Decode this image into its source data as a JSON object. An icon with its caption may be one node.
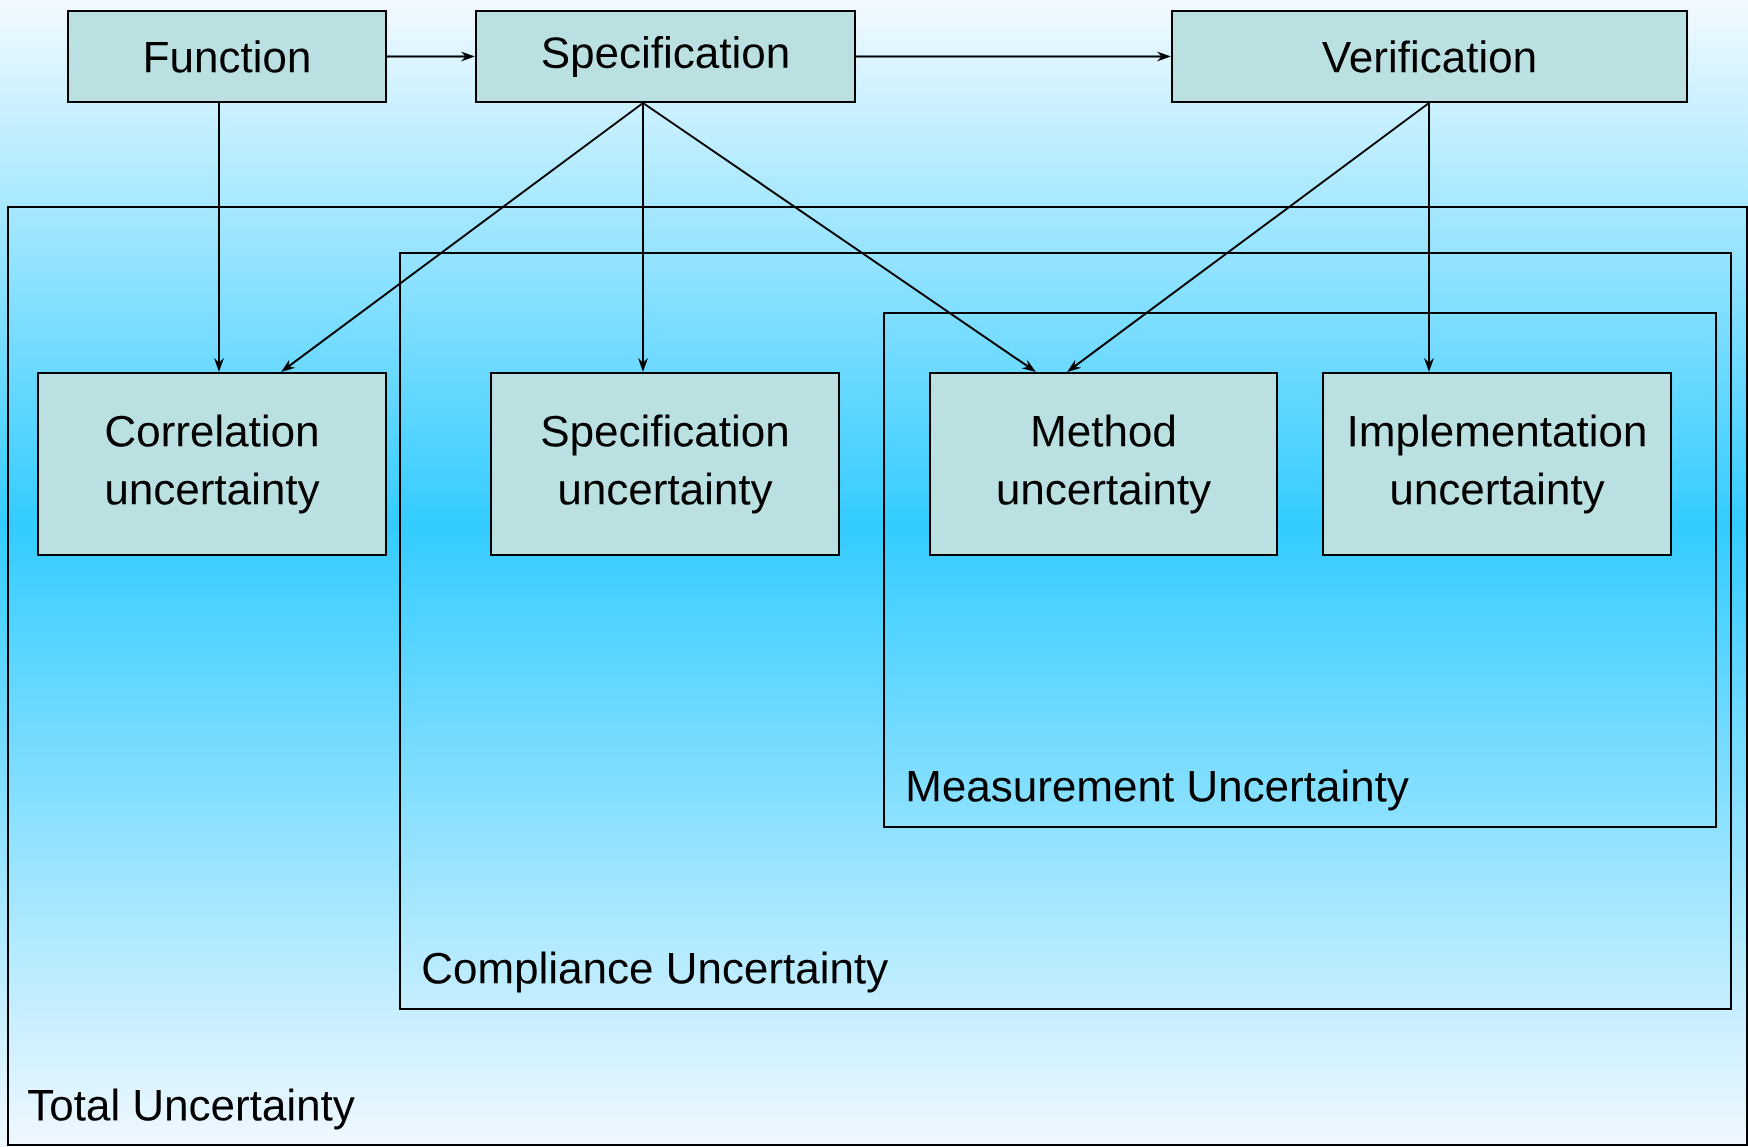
{
  "diagram": {
    "nodes": [
      {
        "text": [
          "Function"
        ]
      },
      {
        "text": [
          "Specification"
        ]
      },
      {
        "text": [
          "Verification"
        ]
      },
      {
        "text": [
          "Total Uncertainty"
        ]
      },
      {
        "text": [
          "Correlation uncertainty"
        ],
        "in": 3
      },
      {
        "text": [
          "Compliance Uncertainty"
        ],
        "in": 3
      },
      {
        "text": [
          "Specification uncertainty"
        ],
        "in": 5
      },
      {
        "text": [
          "Measurement Uncertainty"
        ],
        "in": 5
      },
      {
        "text": [
          "Method uncertainty"
        ],
        "in": 7
      },
      {
        "text": [
          "Implementation uncertainty"
        ],
        "in": 7
      }
    ],
    "edges": [
      {
        "from": 0,
        "to": 1,
        "arrow": "to"
      },
      {
        "from": 1,
        "to": 2,
        "arrow": "to"
      },
      {
        "from": 0,
        "to": 4,
        "arrow": "to"
      },
      {
        "from": 1,
        "to": 4,
        "arrow": "to"
      },
      {
        "from": 1,
        "to": 6,
        "arrow": "to"
      },
      {
        "from": 1,
        "to": 8,
        "arrow": "to"
      },
      {
        "from": 2,
        "to": 8,
        "arrow": "to"
      },
      {
        "from": 2,
        "to": 9,
        "arrow": "to"
      }
    ]
  }
}
